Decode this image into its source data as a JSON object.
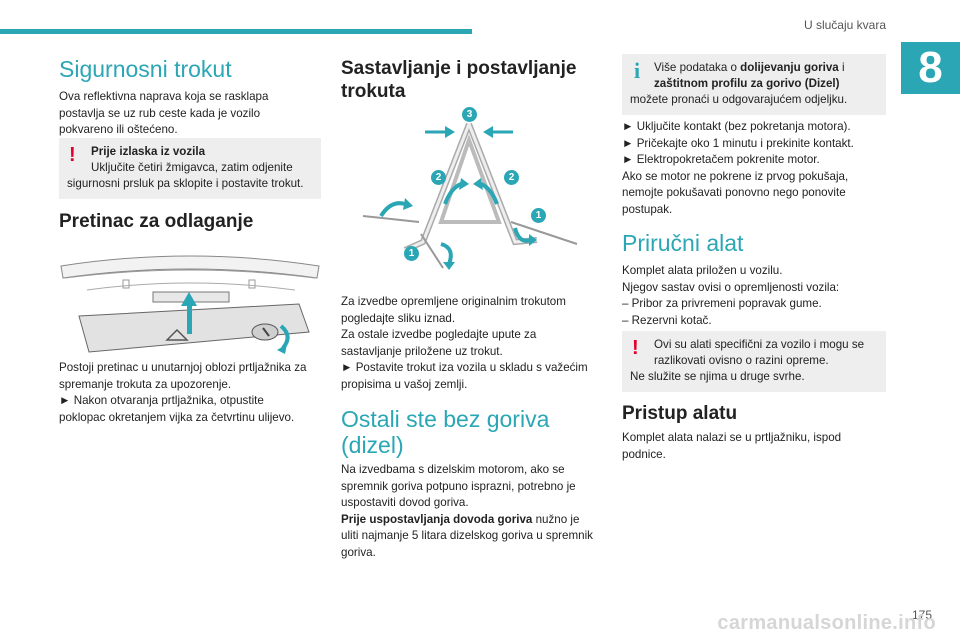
{
  "header": {
    "title": "U slučaju kvara",
    "chapter": "8"
  },
  "col1": {
    "h1": "Sigurnosni trokut",
    "intro": [
      "Ova reflektivna naprava koja se rasklapa",
      "postavlja se uz rub ceste kada je vozilo",
      "pokvareno ili oštećeno."
    ],
    "warning": {
      "title": "Prije izlaska iz vozila",
      "line1": "Uključite četiri žmigavca, zatim odjenite",
      "line2": "sigurnosni prsluk pa sklopite i postavite trokut."
    },
    "h2": "Pretinac za odlaganje",
    "text": [
      "Postoji pretinac u unutarnjoj oblozi prtljažnika za",
      "spremanje trokuta za upozorenje.",
      "► Nakon otvaranja prtljažnika, otpustite",
      "poklopac okretanjem vijka za četvrtinu ulijevo."
    ]
  },
  "col2": {
    "h1": [
      "Sastavljanje i postavljanje",
      "trokuta"
    ],
    "diagram_badges": [
      "3",
      "2",
      "2",
      "1",
      "1"
    ],
    "text": [
      "Za izvedbe opremljene originalnim trokutom",
      "pogledajte sliku iznad.",
      "Za ostale izvedbe pogledajte upute za",
      "sastavljanje priložene uz trokut.",
      "► Postavite trokut iza vozila u skladu s važećim",
      "propisima u vašoj zemlji."
    ],
    "h2": [
      "Ostali ste bez goriva",
      "(dizel)"
    ],
    "text2": [
      "Na izvedbama s dizelskim motorom, ako se",
      "spremnik goriva potpuno isprazni, potrebno je",
      "uspostaviti dovod goriva."
    ],
    "bold_lead": "Prije uspostavljanja dovoda goriva",
    "text3_a": " nužno je",
    "text3": [
      "uliti najmanje 5 litara dizelskog goriva u spremnik",
      "goriva."
    ]
  },
  "col3": {
    "info": {
      "a": "Više podataka o ",
      "b": "dolijevanju goriva",
      "c": " i",
      "line2": "zaštitnom profilu za gorivo (Dizel)",
      "line3": "možete pronaći u odgovarajućem odjeljku."
    },
    "steps": [
      "► Uključite kontakt (bez pokretanja motora).",
      "► Pričekajte oko 1 minutu i prekinite kontakt.",
      "► Elektropokretačem pokrenite motor.",
      "Ako se motor ne pokrene iz prvog pokušaja,",
      "nemojte pokušavati ponovno nego ponovite",
      "postupak."
    ],
    "h1": "Priručni alat",
    "tools": [
      "Komplet alata priložen u vozilu.",
      "Njegov sastav ovisi o opremljenosti vozila:",
      "– Pribor za privremeni popravak gume.",
      "– Rezervni kotač."
    ],
    "warning": {
      "line1": "Ovi su alati specifični za vozilo i mogu se",
      "line2": "razlikovati ovisno o razini opreme.",
      "line3": "Ne služite se njima u druge svrhe."
    },
    "h2": "Pristup alatu",
    "access": [
      "Komplet alata nalazi se u prtljažniku, ispod",
      "podnice."
    ]
  },
  "footer": {
    "page": "175",
    "watermark": "carmanualsonline.info"
  },
  "colors": {
    "accent": "#2aa6b5",
    "warning": "#e4002b",
    "box": "#eeeeee"
  }
}
